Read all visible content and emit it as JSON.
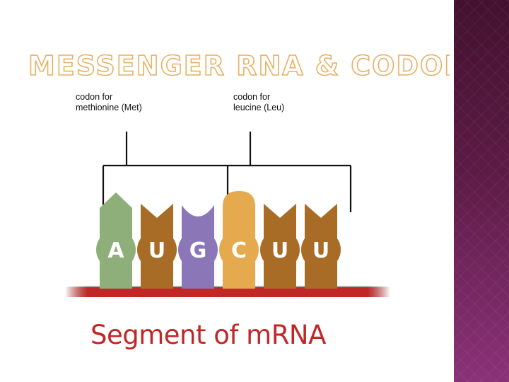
{
  "title": "MESSENGER RNA & CODONS",
  "captions": {
    "met": {
      "line1": "codon for",
      "line2": "methionine (Met)"
    },
    "leu": {
      "line1": "codon for",
      "line2": "leucine (Leu)"
    }
  },
  "bases": [
    {
      "letter": "A",
      "color": "#8eaf7a",
      "tip": "point"
    },
    {
      "letter": "U",
      "color": "#a86c26",
      "tip": "notch"
    },
    {
      "letter": "G",
      "color": "#8b76b7",
      "tip": "round"
    },
    {
      "letter": "C",
      "color": "#e5a94e",
      "tip": "dome"
    },
    {
      "letter": "U",
      "color": "#a86c26",
      "tip": "notch"
    },
    {
      "letter": "U",
      "color": "#a86c26",
      "tip": "notch"
    }
  ],
  "footer": "Segment of mRNA",
  "colors": {
    "backbone": "#c22727",
    "title_outline": "#e8b063",
    "side_panel": "#5c1b45"
  }
}
